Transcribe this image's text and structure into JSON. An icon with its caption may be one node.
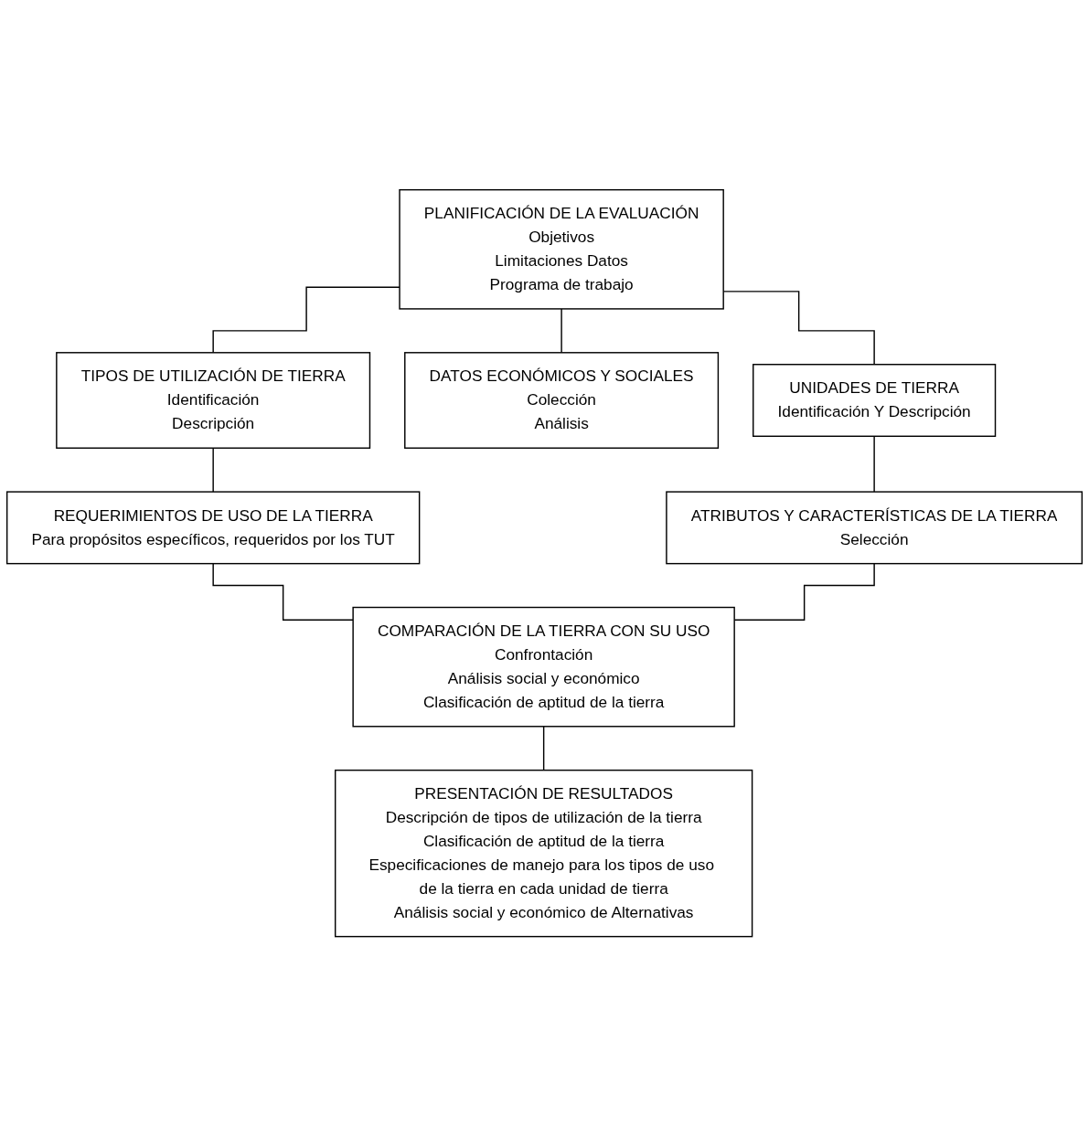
{
  "diagram": {
    "nodes": [
      {
        "text": [
          "PLANIFICACIÓN DE LA EVALUACIÓN",
          "Objetivos",
          "Limitaciones Datos",
          "Programa de trabajo"
        ]
      },
      {
        "text": [
          "TIPOS DE UTILIZACIÓN DE TIERRA",
          "Identificación",
          "Descripción"
        ]
      },
      {
        "text": [
          "DATOS ECONÓMICOS Y SOCIALES",
          "Colección",
          "Análisis"
        ]
      },
      {
        "text": [
          "UNIDADES DE TIERRA",
          "Identificación Y Descripción"
        ]
      },
      {
        "text": [
          "REQUERIMIENTOS DE USO DE LA TIERRA",
          "Para propósitos específicos, requeridos por los TUT"
        ]
      },
      {
        "text": [
          "ATRIBUTOS Y CARACTERÍSTICAS DE LA TIERRA",
          "Selección"
        ]
      },
      {
        "text": [
          "COMPARACIÓN DE LA TIERRA CON SU USO",
          "Confrontación",
          "Análisis social y económico",
          "Clasificación de aptitud de la tierra"
        ]
      },
      {
        "text": [
          "PRESENTACIÓN DE RESULTADOS",
          "Descripción de tipos de utilización de la tierra",
          "Clasificación de aptitud de la tierra",
          "Especificaciones de manejo para los tipos de uso de la tierra en cada unidad de tierra",
          "Análisis social y económico de Alternativas"
        ]
      }
    ],
    "edges": [
      {
        "from": 0,
        "to": 1,
        "arrow": "none"
      },
      {
        "from": 0,
        "to": 2,
        "arrow": "none"
      },
      {
        "from": 0,
        "to": 3,
        "arrow": "none"
      },
      {
        "from": 1,
        "to": 4,
        "arrow": "none"
      },
      {
        "from": 3,
        "to": 5,
        "arrow": "none"
      },
      {
        "from": 4,
        "to": 6,
        "arrow": "none"
      },
      {
        "from": 5,
        "to": 6,
        "arrow": "none"
      },
      {
        "from": 6,
        "to": 7,
        "arrow": "none"
      }
    ]
  }
}
